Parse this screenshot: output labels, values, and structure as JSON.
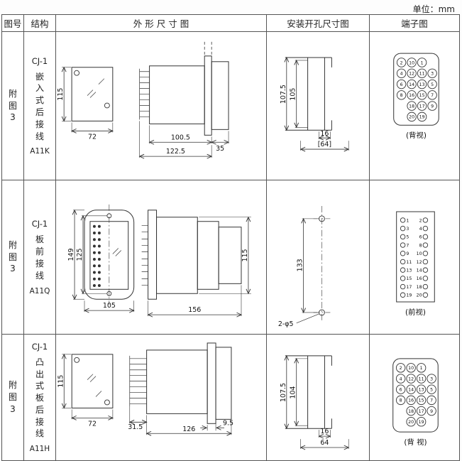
{
  "page": {
    "unit_label": "单位：mm"
  },
  "headers": {
    "fig_no": "图号",
    "structure": "结构",
    "outline": "外 形 尺 寸 图",
    "mounting": "安装开孔尺寸图",
    "terminal": "端子图"
  },
  "rows": [
    {
      "fig_no": "附\n图\n3",
      "model": "CJ-1",
      "structure_desc": "嵌\n入\n式\n后\n接\n线",
      "code": "A11K",
      "outline_dims": {
        "height": "115",
        "width": "72",
        "d1": "100.5",
        "d2": "122.5",
        "d3": "35"
      },
      "mounting_dims": {
        "v1": "107.5",
        "v2": "105",
        "h1": "16",
        "h2": "[64]"
      },
      "terminal": {
        "type": "circled",
        "view_label": "(背视)",
        "layout": [
          [
            "2",
            "10",
            "1",
            null
          ],
          [
            "4",
            "12",
            "11",
            "3"
          ],
          [
            "6",
            "14",
            "13",
            "5"
          ],
          [
            "8",
            "16",
            "15",
            "7"
          ],
          [
            null,
            "18",
            "17",
            "9"
          ],
          [
            null,
            "20",
            "19",
            null
          ]
        ]
      }
    },
    {
      "fig_no": "附\n图\n3",
      "model": "CJ-1",
      "structure_desc": "板\n前\n接\n线",
      "code": "A11Q",
      "outline_dims": {
        "height": "149",
        "inner": "125",
        "width": "105",
        "length": "156",
        "side_height": "115"
      },
      "mounting_dims": {
        "v1": "133",
        "note": "2-φ5"
      },
      "terminal": {
        "type": "dot",
        "view_label": "(前视)",
        "layout": [
          [
            "1",
            "2"
          ],
          [
            "3",
            "4"
          ],
          [
            "5",
            "6"
          ],
          [
            "7",
            "8"
          ],
          [
            "9",
            "10"
          ],
          [
            "11",
            "12"
          ],
          [
            "13",
            "14"
          ],
          [
            "15",
            "16"
          ],
          [
            "17",
            "18"
          ],
          [
            "19",
            "20"
          ]
        ]
      }
    },
    {
      "fig_no": "附\n图\n3",
      "model": "CJ-1",
      "structure_desc": "凸\n出\n式\n板\n后\n接\n线",
      "code": "A11H",
      "outline_dims": {
        "height": "115",
        "width": "72",
        "d1": "31.5",
        "d2": "9.5",
        "d3": "126"
      },
      "mounting_dims": {
        "v1": "107.5",
        "v2": "104",
        "h1": "16",
        "h2": "64"
      },
      "terminal": {
        "type": "circled",
        "view_label": "(背 视)",
        "layout": [
          [
            "2",
            "10",
            "1",
            null
          ],
          [
            "4",
            "12",
            "11",
            "3"
          ],
          [
            "6",
            "14",
            "13",
            "5"
          ],
          [
            "8",
            "16",
            "15",
            "7"
          ],
          [
            null,
            "18",
            "17",
            "9"
          ],
          [
            null,
            "20",
            "19",
            null
          ]
        ]
      }
    }
  ]
}
